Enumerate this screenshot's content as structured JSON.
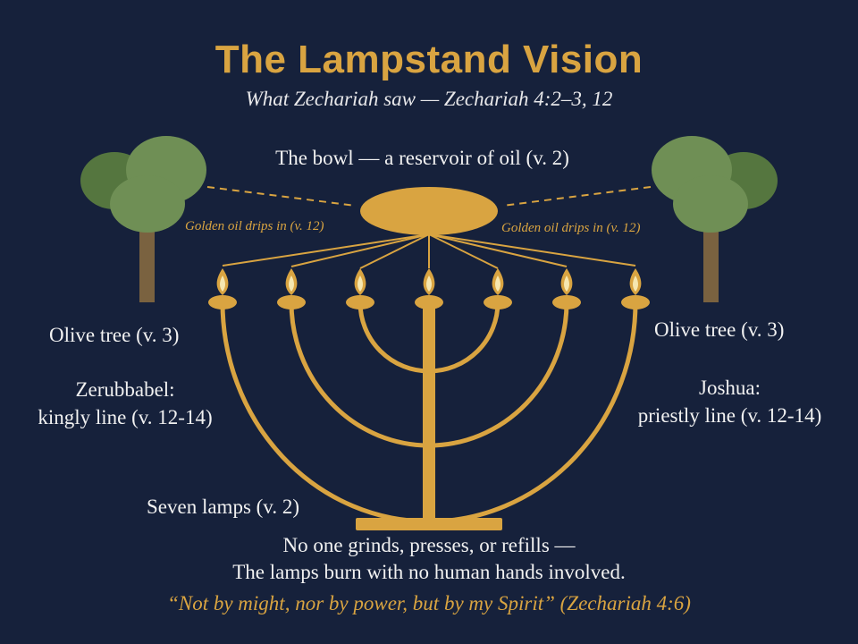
{
  "header": {
    "title": "The Lampstand Vision",
    "subtitle": "What Zechariah saw — Zechariah 4:2–3, 12"
  },
  "labels": {
    "bowl": "The bowl — a reservoir of oil (v. 2)",
    "drip_left": "Golden oil drips in (v. 12)",
    "drip_right": "Golden oil drips in (v. 12)",
    "olive_left": "Olive tree (v. 3)",
    "olive_right": "Olive tree (v. 3)",
    "zerubbabel_line1": "Zerubbabel:",
    "zerubbabel_line2": "kingly line (v. 12-14)",
    "joshua_line1": "Joshua:",
    "joshua_line2": "priestly line (v. 12-14)",
    "seven_lamps": "Seven lamps (v. 2)"
  },
  "footer": {
    "line1": "No one grinds, presses, or refills —",
    "line2": "The lamps burn with no human hands involved.",
    "quote": "“Not by might, nor by power, but by my Spirit” (Zechariah 4:6)"
  },
  "colors": {
    "background": "#16213b",
    "gold": "#d9a441",
    "foliage_light": "#6f8f55",
    "foliage_dark": "#55763f",
    "trunk": "#7a6240",
    "flame": "#f6e7b0"
  },
  "icons": {
    "tree": "olive-tree-icon",
    "lamp": "lamp-flame-icon"
  },
  "lamp_count": 7
}
